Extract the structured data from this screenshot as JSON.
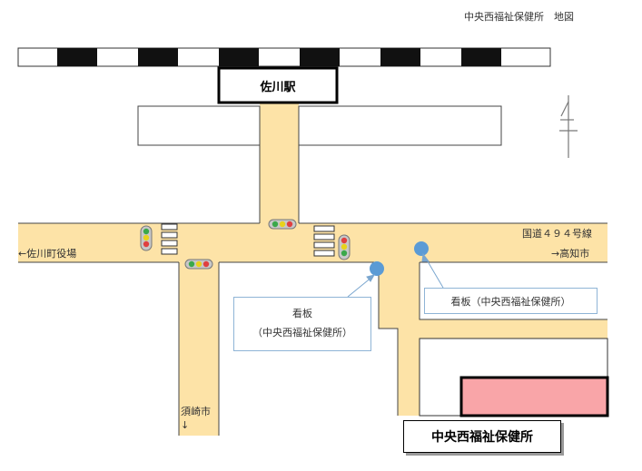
{
  "title": "中央西福祉保健所　地図",
  "station": "佐川駅",
  "labels": {
    "route": "国道４９４号線",
    "town_hall": "←佐川町役場",
    "kochi": "→高知市",
    "susaki": "須崎市",
    "susaki_arrow": "↓"
  },
  "callouts": {
    "left_line1": "看板",
    "left_line2": "（中央西福祉保健所）",
    "right": "看板（中央西福祉保健所）"
  },
  "destination": "中央西福祉保健所",
  "colors": {
    "road": "#fde3a7",
    "destination_building": "#f9a5a8",
    "sign_marker": "#5b9bd5",
    "callout_border": "#8fb4d6",
    "traffic_red": "#e04040",
    "traffic_yellow": "#e8d21c",
    "traffic_green": "#3aa84a"
  },
  "icons": [
    "north-arrow-icon",
    "traffic-light-icon",
    "crosswalk-icon",
    "sign-marker-icon"
  ]
}
